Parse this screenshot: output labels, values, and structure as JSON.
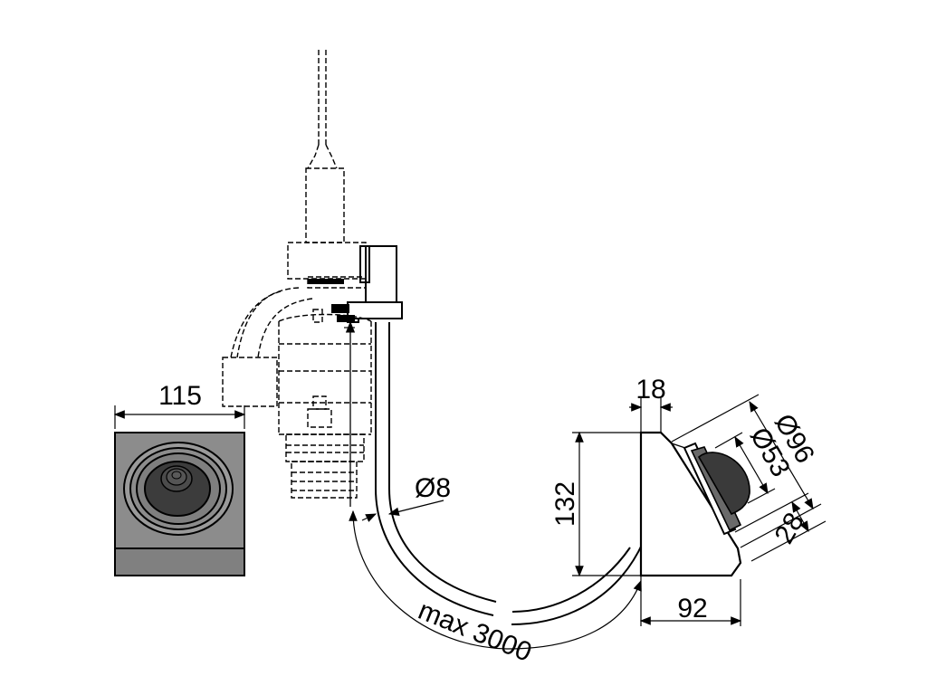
{
  "dimensions": {
    "width_115": "115",
    "height_132": "132",
    "depth_18": "18",
    "width_92": "92",
    "tube_dia": "Ø8",
    "hose_length": "max 3000",
    "dia_96": "Ø96",
    "dia_53": "Ø53",
    "offset_28": "28"
  }
}
